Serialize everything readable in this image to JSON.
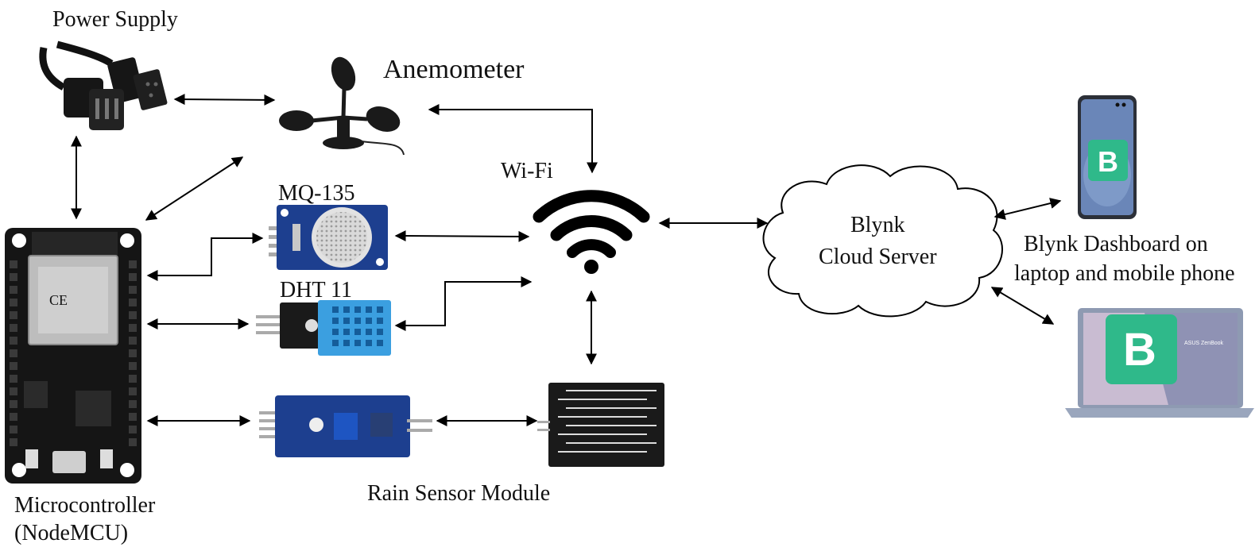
{
  "labels": {
    "power_supply": "Power Supply",
    "anemometer": "Anemometer",
    "mq135": "MQ-135",
    "dht11": "DHT 11",
    "wifi": "Wi-Fi",
    "cloud_line1": "Blynk",
    "cloud_line2": "Cloud Server",
    "dashboard_line1": "Blynk Dashboard on",
    "dashboard_line2": "laptop and mobile phone",
    "rain_sensor": "Rain Sensor Module",
    "mcu_line1": "Microcontroller",
    "mcu_line2": "(NodeMCU)"
  },
  "icons": {
    "blynk_logo": "B",
    "ce_mark": "CE",
    "laptop_brand": "ASUS ZenBook"
  },
  "colors": {
    "arrow": "#000000",
    "board": "#151515",
    "module_blue": "#1d3f8f",
    "dht_blue": "#3b9fe0",
    "blynk_green": "#2fb98a",
    "phone_screen": "#6a86b8",
    "laptop_body": "#8e9ab2"
  }
}
